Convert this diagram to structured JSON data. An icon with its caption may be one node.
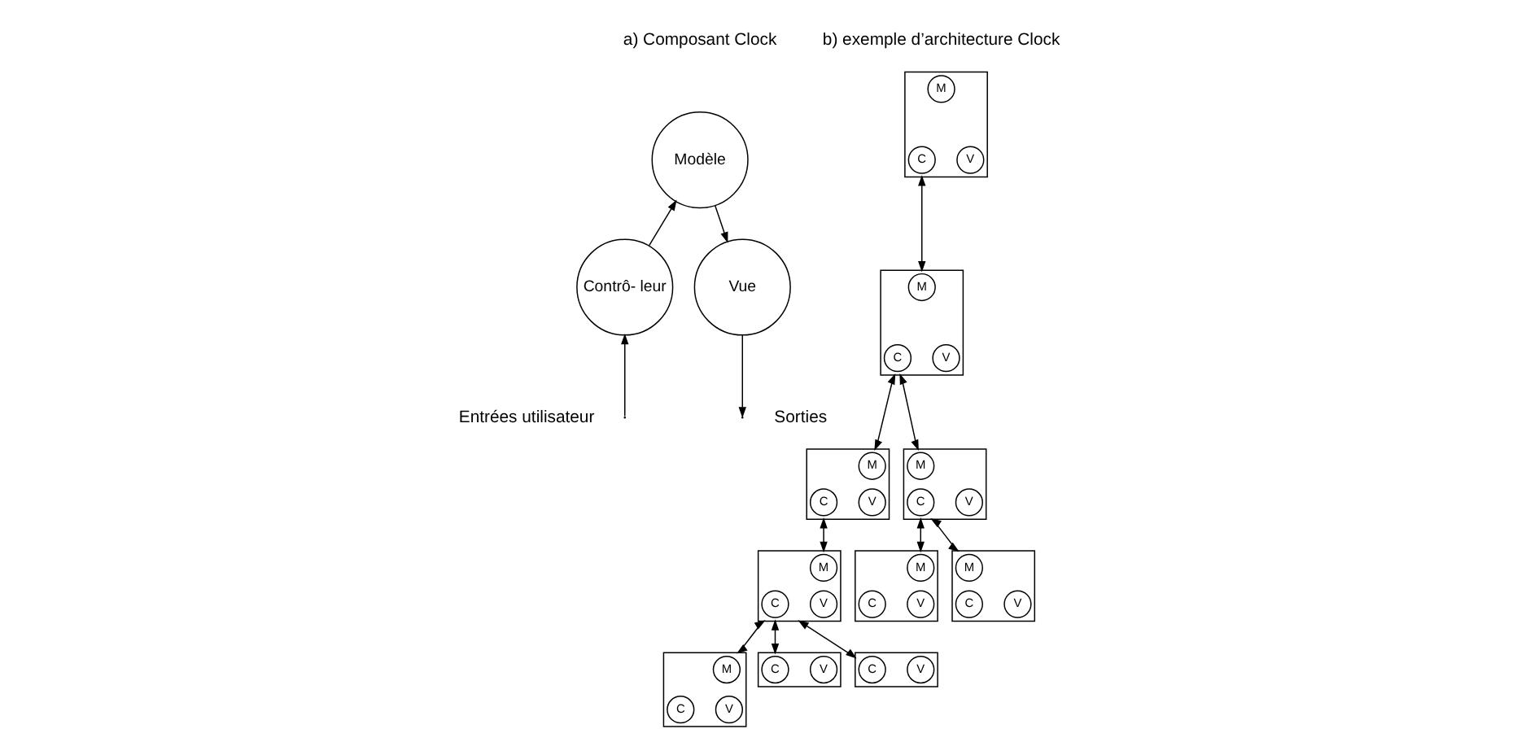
{
  "diagram": {
    "nodes": [
      {
        "text": [
          "Modèle"
        ]
      },
      {
        "text": [
          "Contrô- leur"
        ]
      },
      {
        "text": [
          "Vue"
        ]
      },
      {
        "text": [],
        "shape": "box"
      },
      {
        "text": [
          "M"
        ],
        "in": 3
      },
      {
        "text": [
          "C"
        ],
        "in": 3
      },
      {
        "text": [
          "V"
        ],
        "in": 3
      },
      {
        "text": [],
        "shape": "box"
      },
      {
        "text": [
          "M"
        ],
        "in": 7
      },
      {
        "text": [
          "C"
        ],
        "in": 7
      },
      {
        "text": [
          "V"
        ],
        "in": 7
      },
      {
        "text": [],
        "shape": "box"
      },
      {
        "text": [
          "M"
        ],
        "in": 11
      },
      {
        "text": [
          "C"
        ],
        "in": 11
      },
      {
        "text": [
          "V"
        ],
        "in": 11
      },
      {
        "text": [],
        "shape": "box"
      },
      {
        "text": [
          "M"
        ],
        "in": 15
      },
      {
        "text": [
          "C"
        ],
        "in": 15
      },
      {
        "text": [
          "V"
        ],
        "in": 15
      },
      {
        "text": [],
        "shape": "box"
      },
      {
        "text": [
          "M"
        ],
        "in": 19
      },
      {
        "text": [
          "C"
        ],
        "in": 19
      },
      {
        "text": [
          "V"
        ],
        "in": 19
      },
      {
        "text": [],
        "shape": "box"
      },
      {
        "text": [
          "M"
        ],
        "in": 23
      },
      {
        "text": [
          "C"
        ],
        "in": 23
      },
      {
        "text": [
          "V"
        ],
        "in": 23
      },
      {
        "text": [],
        "shape": "box"
      },
      {
        "text": [
          "M"
        ],
        "in": 27
      },
      {
        "text": [
          "C"
        ],
        "in": 27
      },
      {
        "text": [
          "V"
        ],
        "in": 27
      },
      {
        "text": [],
        "shape": "box"
      },
      {
        "text": [
          "M"
        ],
        "in": 31
      },
      {
        "text": [
          "C"
        ],
        "in": 31
      },
      {
        "text": [
          "V"
        ],
        "in": 31
      },
      {
        "text": [],
        "shape": "box"
      },
      {
        "text": [
          "C"
        ],
        "in": 35
      },
      {
        "text": [
          "V"
        ],
        "in": 35
      },
      {
        "text": [],
        "shape": "box"
      },
      {
        "text": [
          "C"
        ],
        "in": 38
      },
      {
        "text": [
          "V"
        ],
        "in": 38
      }
    ],
    "edges": [
      {
        "from": 1,
        "to": 0,
        "arrow": "to"
      },
      {
        "from": 0,
        "to": 2,
        "arrow": "to"
      },
      {
        "from": null,
        "to": 1,
        "arrow": "to"
      },
      {
        "from": 2,
        "to": null,
        "arrow": "to"
      },
      {
        "from": 3,
        "to": 7,
        "arrow": "both"
      },
      {
        "from": 7,
        "to": 11,
        "arrow": "both"
      },
      {
        "from": 7,
        "to": 15,
        "arrow": "both"
      },
      {
        "from": 11,
        "to": 19,
        "arrow": "both"
      },
      {
        "from": 15,
        "to": 23,
        "arrow": "both"
      },
      {
        "from": 15,
        "to": 27,
        "arrow": "both"
      },
      {
        "from": 19,
        "to": 31,
        "arrow": "both"
      },
      {
        "from": 19,
        "to": 35,
        "arrow": "both"
      },
      {
        "from": 19,
        "to": 38,
        "arrow": "both"
      }
    ],
    "labels": [
      "a) Composant Clock",
      "b) exemple d’architecture Clock",
      "Entrées utilisateur",
      "Sorties"
    ]
  }
}
